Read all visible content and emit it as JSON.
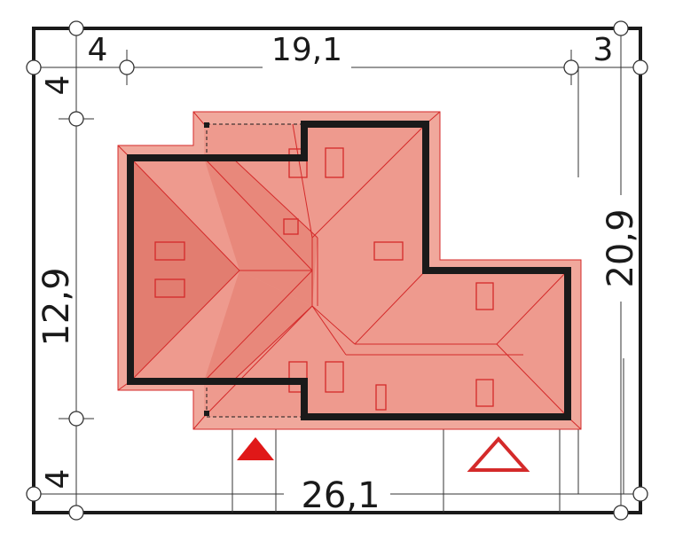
{
  "dimensions": {
    "top_left": "4",
    "top_middle": "19,1",
    "top_right": "3",
    "left_top": "4",
    "left_middle": "12,9",
    "left_bottom": "4",
    "bottom": "26,1",
    "right": "20,9"
  },
  "colors": {
    "roof_fill": "#ee9a8e",
    "roof_fill_dark": "#e27d70",
    "roof_eave": "#f0a89c",
    "roof_line": "#d42a2a",
    "wall_outline": "#1a1a1a",
    "entrance_marker": "#e01818",
    "garage_marker": "#d42a2a"
  },
  "markers": {
    "entrance": "filled-triangle",
    "garage_entrance": "outline-triangle"
  }
}
